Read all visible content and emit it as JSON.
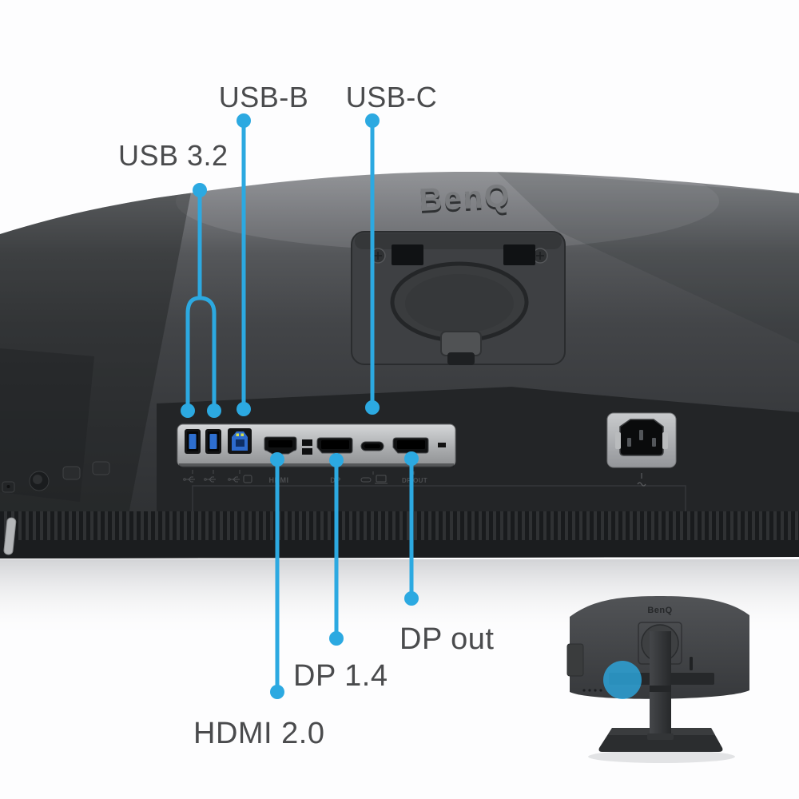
{
  "brand": {
    "logo_text": "BenQ"
  },
  "callouts": {
    "usb32": {
      "label": "USB 3.2"
    },
    "usbb": {
      "label": "USB-B"
    },
    "usbc": {
      "label": "USB-C"
    },
    "dpout": {
      "label": "DP out"
    },
    "dp14": {
      "label": "DP 1.4"
    },
    "hdmi": {
      "label": "HDMI 2.0"
    }
  },
  "port_prints": {
    "hdmi": "HDMI",
    "dp": "DP",
    "dp_out": "DP OUT"
  },
  "colors": {
    "callout_blue": "#2CA9E1",
    "label_text": "#4A4B4D",
    "background": "#FDFDFE"
  }
}
